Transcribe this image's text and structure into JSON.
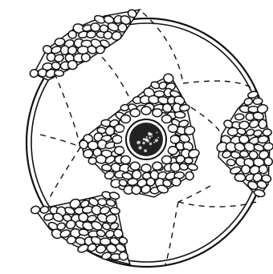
{
  "figure": {
    "description_type": "line-drawing",
    "ink_color": "#111111",
    "paper_color": "#ffffff",
    "nucleus_fill": "#222222",
    "wedge_count": 3,
    "division_line_style": "dashed"
  }
}
